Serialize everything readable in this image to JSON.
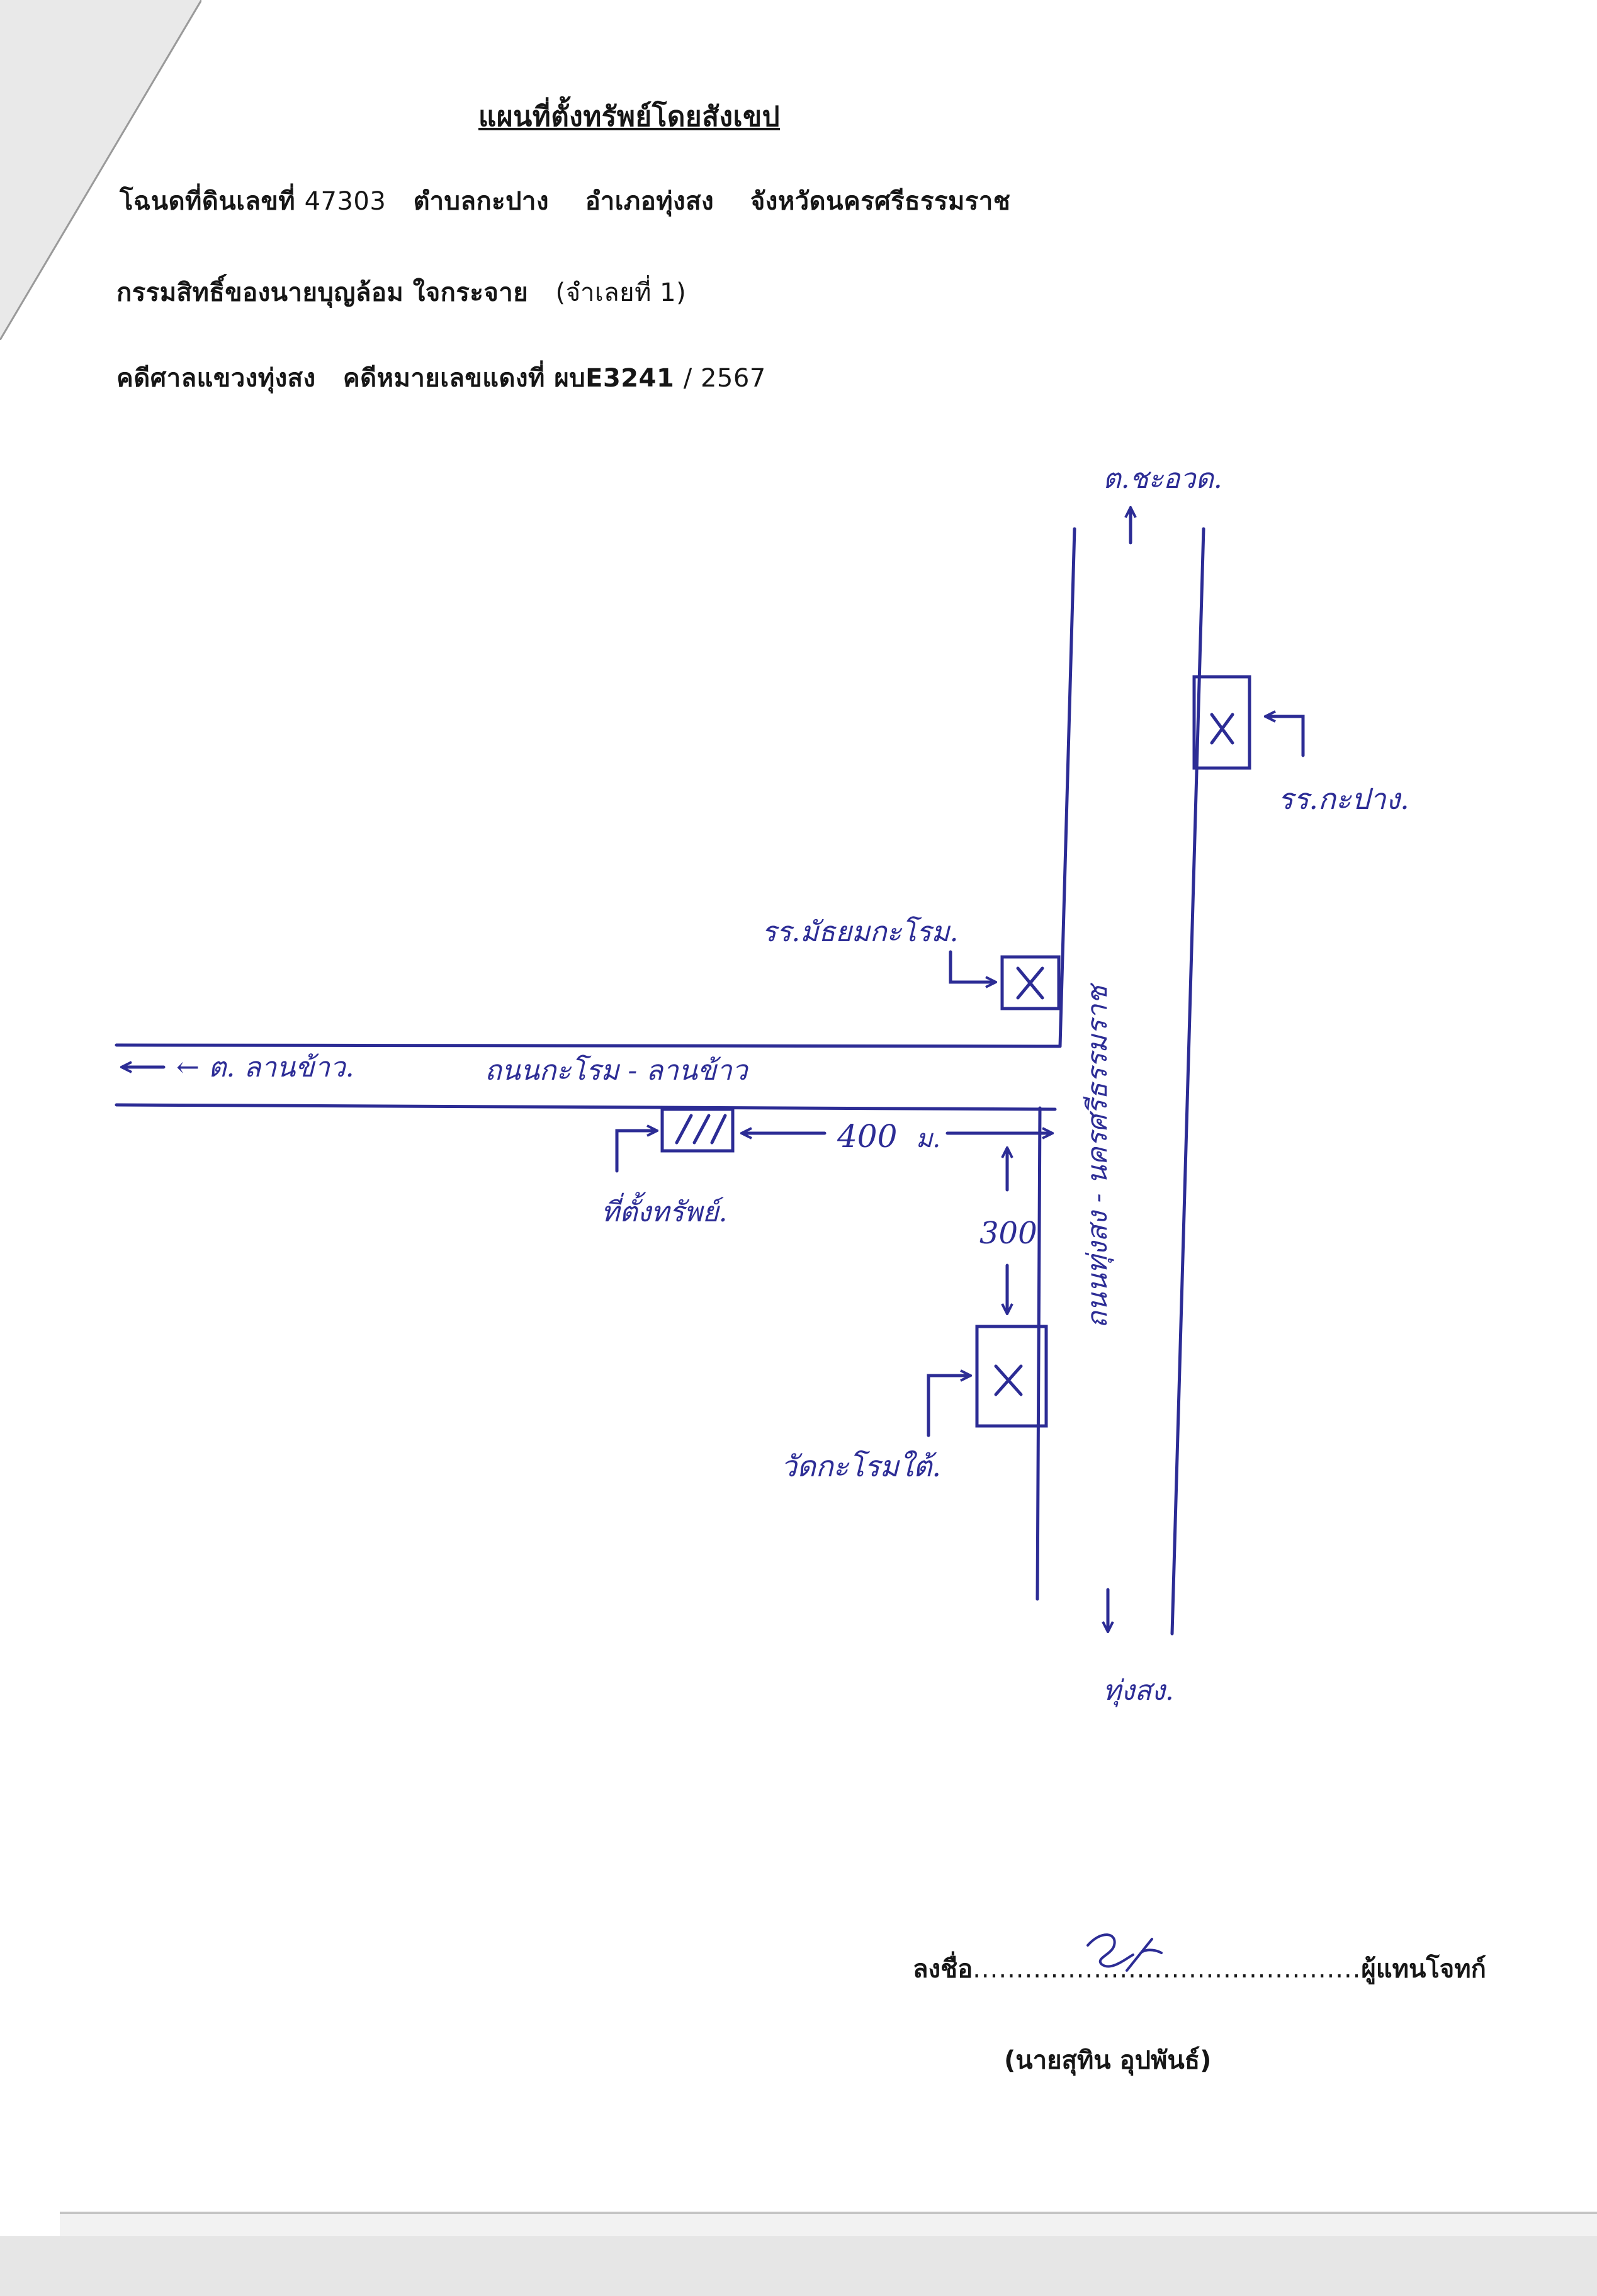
{
  "document": {
    "title": "แผนที่ตั้งทรัพย์โดยสังเขป",
    "line1": {
      "deed_label": "โฉนดที่ดินเลขที่",
      "deed_no": "47303",
      "subdistrict": "ตำบลกะปาง",
      "district": "อำเภอทุ่งสง",
      "province": "จังหวัดนครศรีธรรมราช"
    },
    "line2": {
      "owner": "กรรมสิทธิ์ของนายบุญล้อม  ใจกระจาย",
      "lot": "(จำเลยที่ 1)"
    },
    "line3": {
      "court": "คดีศาลแขวงทุ่งสง",
      "case_label": "คดีหมายเลขแดงที่ ผบE3241",
      "case_year": "/ 2567"
    }
  },
  "map": {
    "road_main_vertical_label": "ถนนทุ่งสง - นครศรีธรรมราช",
    "road_branch_label": "ถนนกะโรม - ลานข้าว",
    "arrow_west_label": "← ต. ลานข้าว.",
    "arrow_north_label": "ต.ชะอวด.",
    "arrow_south_label": "ทุ่งสง.",
    "landmark_temple_kapang": "รร.กะปาง.",
    "landmark_school_karom": "รร.มัธยมกะโรม.",
    "landmark_temple_karom_south": "วัดกะโรมใต้.",
    "property_label": "ที่ตั้งทรัพย์.",
    "distance_horizontal": "400",
    "distance_horizontal_unit": "ม.",
    "distance_vertical": "300"
  },
  "signature": {
    "sign_label": "ลงชื่อ",
    "dots_left": "........................",
    "dots_right": ".....................",
    "role": "ผู้แทนโจทก์",
    "name": "(นายสุทิน  อุปพันธ์)"
  },
  "colors": {
    "ink": "#2c2c95",
    "text": "#161616"
  }
}
